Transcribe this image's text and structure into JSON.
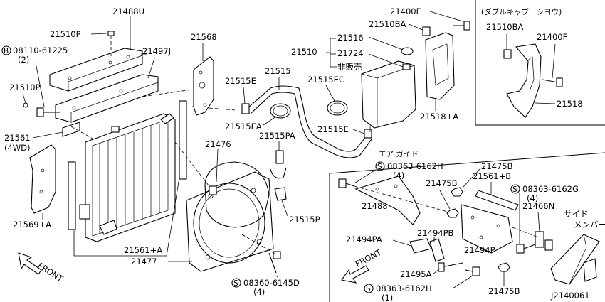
{
  "labels": {
    "p21488U": "21488U",
    "p21510P_top": "21510P",
    "bolt_08110": "08110-61225",
    "bolt_08110_qty": "(2)",
    "circle_B": "B",
    "p21497J": "21497J",
    "p21510P_left": "21510P",
    "p21561": "21561",
    "p21561_4wd": "(4WD)",
    "p21569A": "21569+A",
    "p21568": "21568",
    "p21515": "21515",
    "p21515E_left": "21515E",
    "p21515EA": "21515EA",
    "p21515PA": "21515PA",
    "p21476": "21476",
    "p21515P": "21515P",
    "p21561A": "21561+A",
    "p21477": "21477",
    "bolt_08360": "08360-6145D",
    "bolt_08360_qty": "(4)",
    "circle_S": "S",
    "p21400F": "21400F",
    "p21510BA": "21510BA",
    "p21516": "21516",
    "p21510": "21510",
    "p21724": "21724",
    "hihanbai": "非販売",
    "p21515EC": "21515EC",
    "p21515E_right": "21515E",
    "p21518A": "21518+A",
    "inset_title": "(ダブルキャブ　シヨウ)",
    "inset_21510BA": "21510BA",
    "inset_21400F": "21400F",
    "inset_21518": "21518",
    "air_guide": "エア ガイド",
    "bolt_08363_H_top": "08363-6162H",
    "bolt_08363_H_top_qty": "(4)",
    "p21475B_top": "21475B",
    "p21475B_mid": "21475B",
    "p21561B": "21561+B",
    "bolt_08363_G": "08363-6162G",
    "bolt_08363_G_qty": "(4)",
    "p21466N": "21466N",
    "side_member": "サイド",
    "side_member2": "メンバー",
    "p21488": "21488",
    "p21494PA": "21494PA",
    "p21494PB": "21494PB",
    "p21494P": "21494P",
    "p21495A": "21495A",
    "bolt_08363_H_bot": "08363-6162H",
    "bolt_08363_H_bot_qty": "(1)",
    "p21475B_bot": "21475B",
    "front_left": "FRONT",
    "front_right": "FRONT",
    "diagram_code": "J2140061"
  }
}
